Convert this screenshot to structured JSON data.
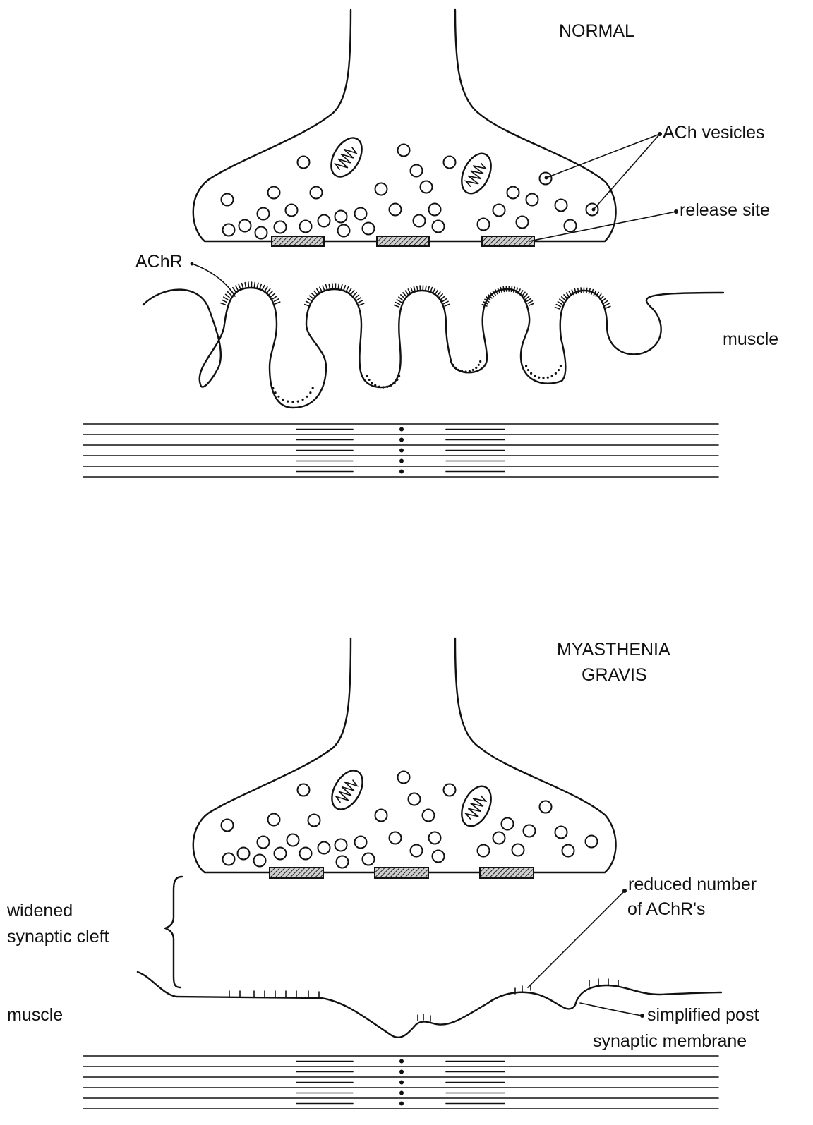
{
  "panels": {
    "normal": {
      "title": "NORMAL",
      "labels": {
        "vesicles": "ACh vesicles",
        "release_site": "release site",
        "receptor": "AChR",
        "muscle": "muscle"
      }
    },
    "mg": {
      "title_line1": "MYASTHENIA",
      "title_line2": "GRAVIS",
      "labels": {
        "cleft_line1": "widened",
        "cleft_line2": "synaptic cleft",
        "muscle": "muscle",
        "reduced_line1": "reduced number",
        "reduced_line2": "of AChR's",
        "simplified_line1": "simplified post",
        "simplified_line2": "synaptic membrane"
      }
    }
  },
  "colors": {
    "ink": "#111111",
    "background": "#ffffff",
    "release_site_fill": "#555555"
  }
}
